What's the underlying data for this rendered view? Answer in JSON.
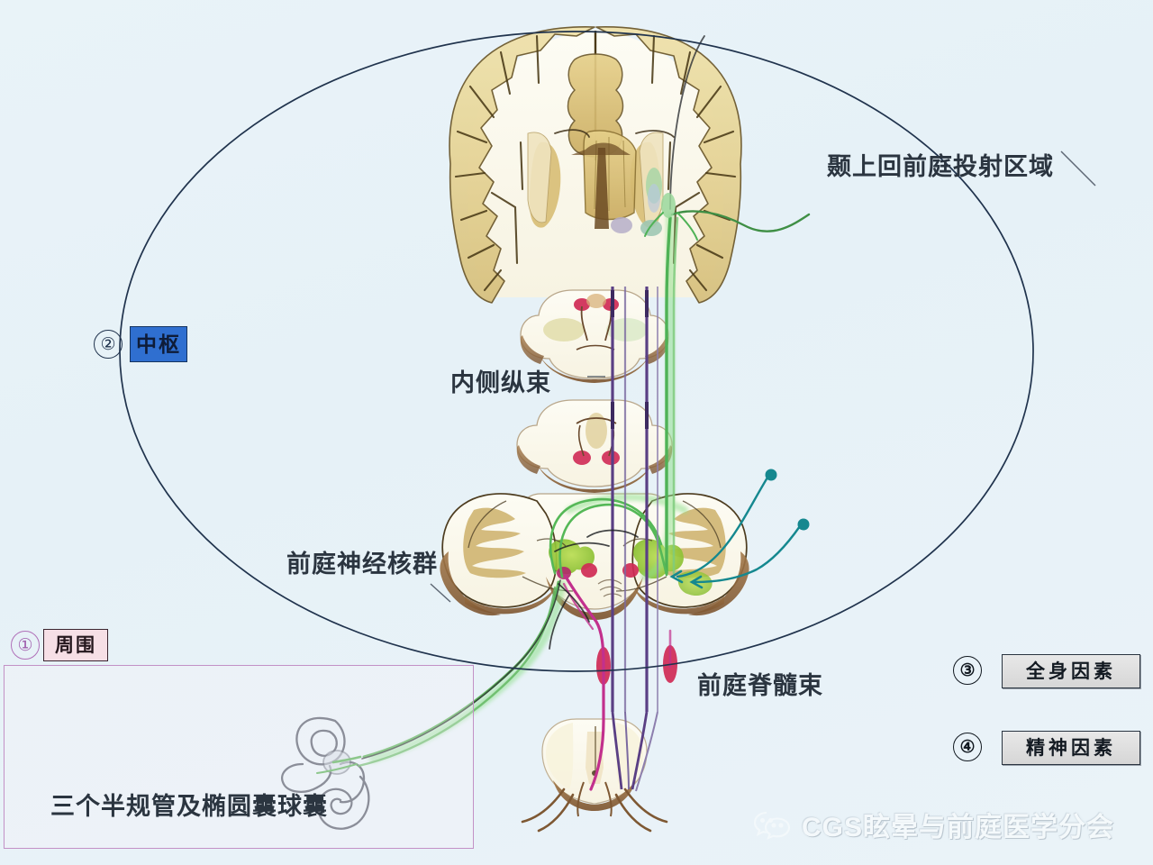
{
  "figure": {
    "background_color": "#e8f2f8",
    "title_present": false
  },
  "central_zone": {
    "marker": "②",
    "tag_label": "中枢",
    "tag_bg": "#2f6fd0",
    "shape": "ellipse"
  },
  "peripheral_zone": {
    "marker": "①",
    "tag_label": "周围",
    "tag_bg": "#f6dfe6",
    "border_color": "#c391c6",
    "caption": "三个半规管及椭圆囊球囊"
  },
  "labels": {
    "temporal_projection": "颞上回前庭投射区域",
    "medial_longitudinal_fasciculus": "内侧纵束",
    "vestibular_nuclei": "前庭神经核群",
    "vestibulospinal_tract": "前庭脊髓束"
  },
  "factors": [
    {
      "marker": "③",
      "label": "全身因素"
    },
    {
      "marker": "④",
      "label": "精神因素"
    }
  ],
  "watermark": {
    "text": "CGS眩晕与前庭医学分会",
    "icon": "wechat-icon"
  },
  "anatomy": {
    "structures": [
      "cerebral-coronal-section",
      "midbrain-section",
      "pons-section",
      "medulla-with-cerebellum-section",
      "spinal-cord-section",
      "inner-ear-labyrinth"
    ],
    "pathway_colors": {
      "vestibular_nerve_green": "#6cc06a",
      "vestibulo_thalamo_cortical_green": "#57b85a",
      "cerebellar_teal": "#188f96",
      "mlf_purple": "#5b3f86",
      "vestibulospinal_magenta": "#c3308f",
      "nuclei_crimson": "#c8265a",
      "vestibular_nuclei_green": "#8ec63f"
    },
    "tissue_colors": {
      "cortex_tan": "#e7d59a",
      "white_matter": "#fbf9ee",
      "brainstem_edge_brown": "#8a6134",
      "gray_matter_olive": "#cbb36a"
    }
  }
}
